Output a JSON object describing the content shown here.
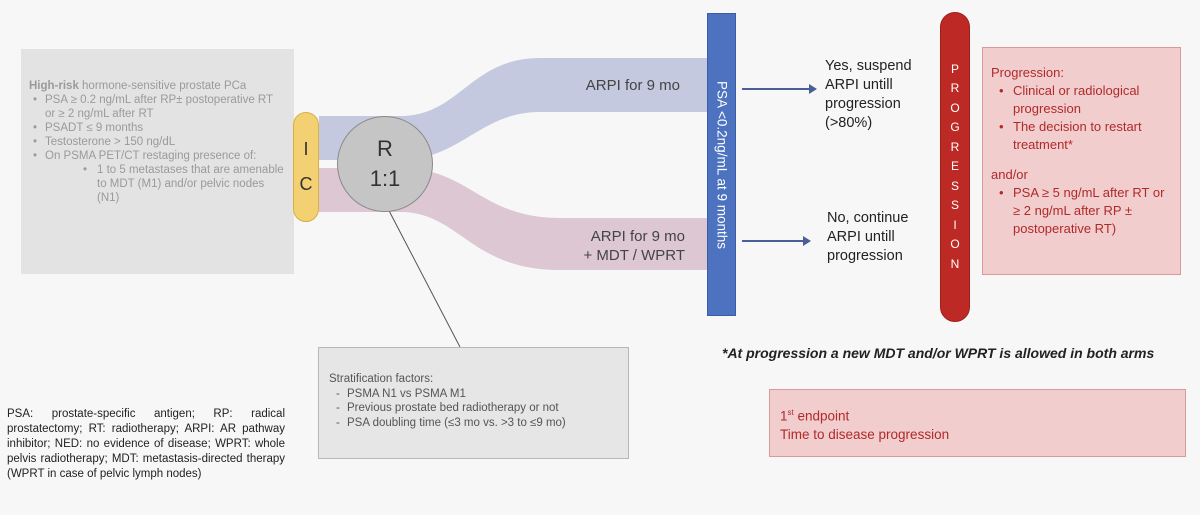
{
  "inclusion": {
    "title_bold": "High-risk",
    "title_rest": " hormone-sensitive prostate PCa",
    "items": [
      "PSA ≥ 0.2 ng/mL after RP± postoperative RT or ≥ 2 ng/mL after RT",
      "PSADT ≤ 9 months",
      "Testosterone > 150 ng/dL",
      "On PSMA PET/CT restaging presence of:"
    ],
    "subitems": [
      "1 to 5 metastases that are amenable to MDT (M1) and/or pelvic nodes (N1)"
    ]
  },
  "ic": {
    "line1": "I",
    "line2": "C"
  },
  "randomization": {
    "line1": "R",
    "line2": "1:1"
  },
  "arms": {
    "upper": "ARPI for 9 mo",
    "lower_line1": "ARPI for 9 mo",
    "lower_line2": "+ MDT / WPRT"
  },
  "psa_bar": "PSA  <0.2ng/mL at 9 months",
  "outcomes": {
    "yes": [
      "Yes, suspend",
      "ARPI untill",
      "progression",
      "(>80%)"
    ],
    "no": [
      "No, continue",
      "ARPI untill",
      "progression"
    ]
  },
  "progression_bar": "PROGRESSION",
  "criteria": {
    "title": "Progression:",
    "items1": [
      "Clinical or radiological progression",
      "The decision to restart treatment*"
    ],
    "andor": "and/or",
    "items2": [
      "PSA ≥ 5 ng/mL after RT or ≥ 2 ng/mL after RP ± postoperative RT)"
    ]
  },
  "footnote": "*At progression a new MDT and/or WPRT is allowed in both arms",
  "endpoint": {
    "num": "1",
    "sup": "st",
    "label": " endpoint",
    "desc": "Time to disease progression"
  },
  "stratification": {
    "title": "Stratification factors:",
    "items": [
      "PSMA N1 vs PSMA M1",
      "Previous prostate bed radiotherapy or not",
      "PSA doubling time (≤3 mo vs. >3 to ≤9 mo)"
    ]
  },
  "abbreviations": "PSA: prostate-specific antigen; RP: radical prostatectomy; RT: radiotherapy; ARPI: AR pathway inhibitor; NED: no evidence of disease; WPRT: whole pelvis radiotherapy; MDT: metastasis-directed therapy (WPRT in case of pelvic lymph nodes)",
  "colors": {
    "upper_flow": "#c5c9df",
    "lower_flow": "#dcc7d3",
    "psa_bar": "#4d73c0",
    "progression_bar": "#bd2a25",
    "ic_pill": "#f3d071"
  }
}
